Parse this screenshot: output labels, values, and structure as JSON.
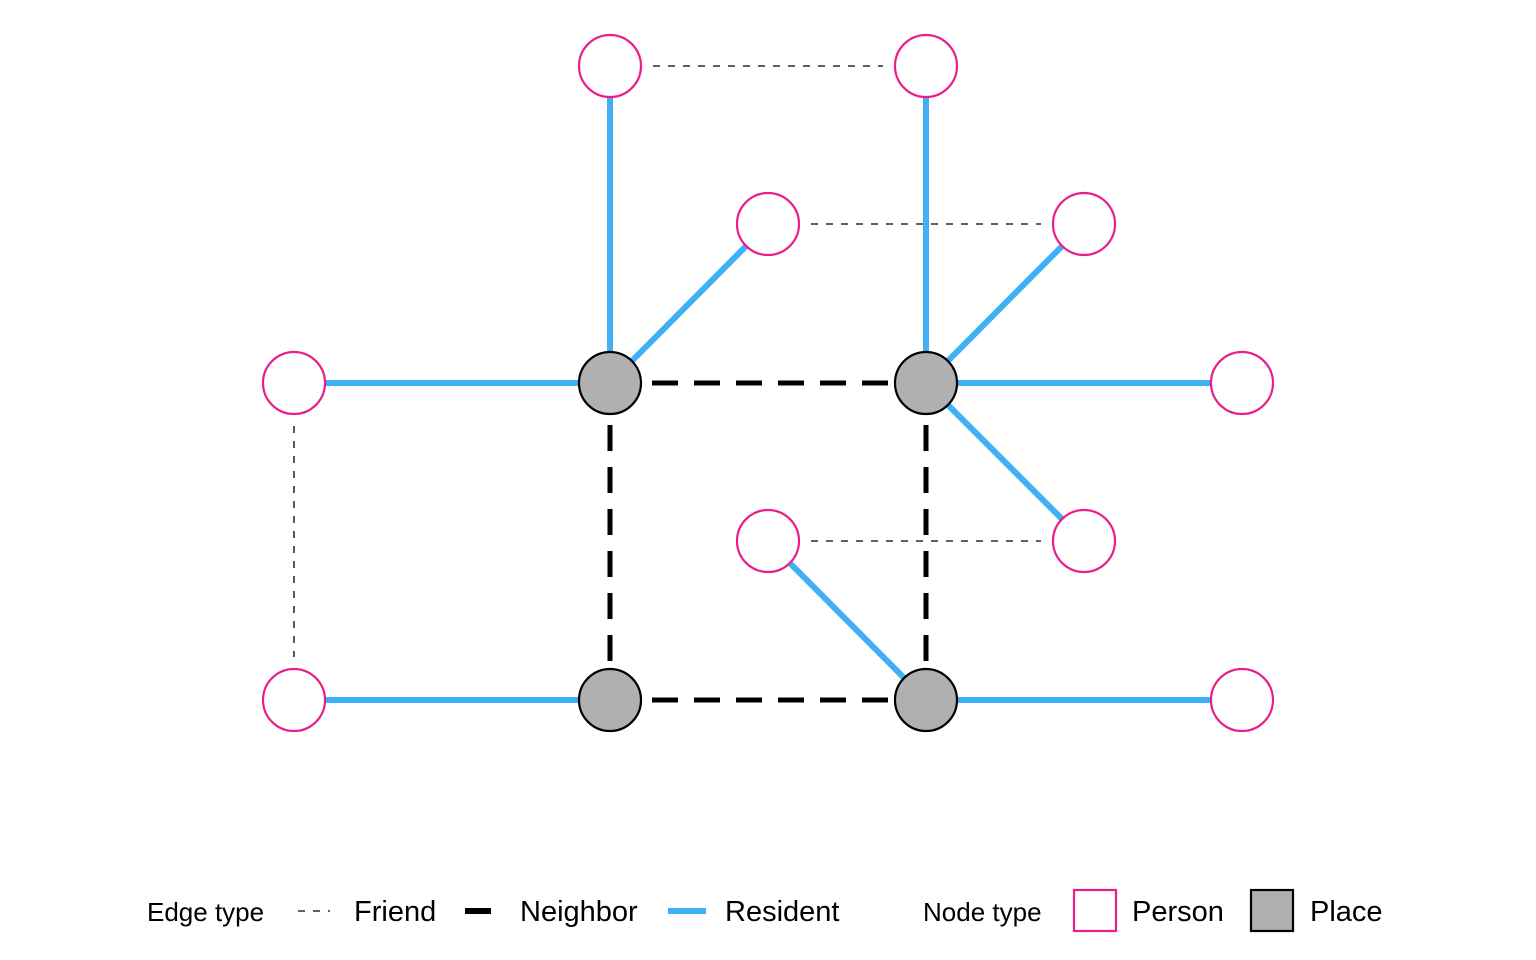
{
  "colors": {
    "person_stroke": "#e91e8c",
    "person_fill": "#ffffff",
    "place_fill": "#b0b0b0",
    "place_stroke": "#000000",
    "resident": "#3fb0f5",
    "neighbor": "#000000",
    "friend": "#000000"
  },
  "legend": {
    "edge_title": "Edge type",
    "edge_items": [
      {
        "key": "friend",
        "label": "Friend"
      },
      {
        "key": "neighbor",
        "label": "Neighbor"
      },
      {
        "key": "resident",
        "label": "Resident"
      }
    ],
    "node_title": "Node type",
    "node_items": [
      {
        "key": "person",
        "label": "Person"
      },
      {
        "key": "place",
        "label": "Place"
      }
    ]
  },
  "graph": {
    "nodes": [
      {
        "id": "pl1",
        "type": "place"
      },
      {
        "id": "pl2",
        "type": "place"
      },
      {
        "id": "pl3",
        "type": "place"
      },
      {
        "id": "pl4",
        "type": "place"
      },
      {
        "id": "p1",
        "type": "person"
      },
      {
        "id": "p2",
        "type": "person"
      },
      {
        "id": "p3",
        "type": "person"
      },
      {
        "id": "p4",
        "type": "person"
      },
      {
        "id": "p5",
        "type": "person"
      },
      {
        "id": "p6",
        "type": "person"
      },
      {
        "id": "p7",
        "type": "person"
      },
      {
        "id": "p8",
        "type": "person"
      },
      {
        "id": "p9",
        "type": "person"
      },
      {
        "id": "p10",
        "type": "person"
      },
      {
        "id": "p11",
        "type": "person"
      },
      {
        "id": "p12",
        "type": "person"
      }
    ],
    "edges": [
      {
        "from": "p1",
        "to": "p2",
        "type": "friend"
      },
      {
        "from": "p3",
        "to": "p4",
        "type": "friend"
      },
      {
        "from": "p5",
        "to": "p7",
        "type": "friend"
      },
      {
        "from": "p8",
        "to": "p9",
        "type": "friend"
      },
      {
        "from": "pl1",
        "to": "pl2",
        "type": "neighbor"
      },
      {
        "from": "pl1",
        "to": "pl3",
        "type": "neighbor"
      },
      {
        "from": "pl2",
        "to": "pl4",
        "type": "neighbor"
      },
      {
        "from": "pl3",
        "to": "pl4",
        "type": "neighbor"
      },
      {
        "from": "p1",
        "to": "pl1",
        "type": "resident"
      },
      {
        "from": "p3",
        "to": "pl1",
        "type": "resident"
      },
      {
        "from": "p5",
        "to": "pl1",
        "type": "resident"
      },
      {
        "from": "p2",
        "to": "pl2",
        "type": "resident"
      },
      {
        "from": "p4",
        "to": "pl2",
        "type": "resident"
      },
      {
        "from": "p6",
        "to": "pl2",
        "type": "resident"
      },
      {
        "from": "p9",
        "to": "pl2",
        "type": "resident"
      },
      {
        "from": "p7",
        "to": "pl3",
        "type": "resident"
      },
      {
        "from": "p8",
        "to": "pl4",
        "type": "resident"
      },
      {
        "from": "p10",
        "to": "pl4",
        "type": "resident"
      }
    ]
  }
}
